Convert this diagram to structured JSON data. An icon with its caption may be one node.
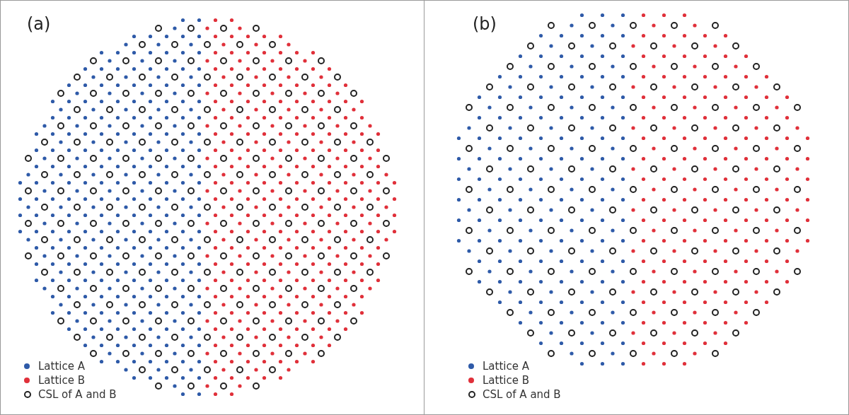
{
  "diagram": {
    "labels": [
      "(a)",
      "(b)"
    ],
    "legend": [
      {
        "text": "Lattice A",
        "color": "#2e5aa8"
      },
      {
        "text": "Lattice B",
        "color": "#e0303a"
      },
      {
        "text": "CSL of A and B"
      },
      {
        "text": "Lattice A",
        "color": "#2e5aa8"
      },
      {
        "text": "Lattice B",
        "color": "#e0303a"
      },
      {
        "text": "CSL of A and B"
      }
    ]
  }
}
